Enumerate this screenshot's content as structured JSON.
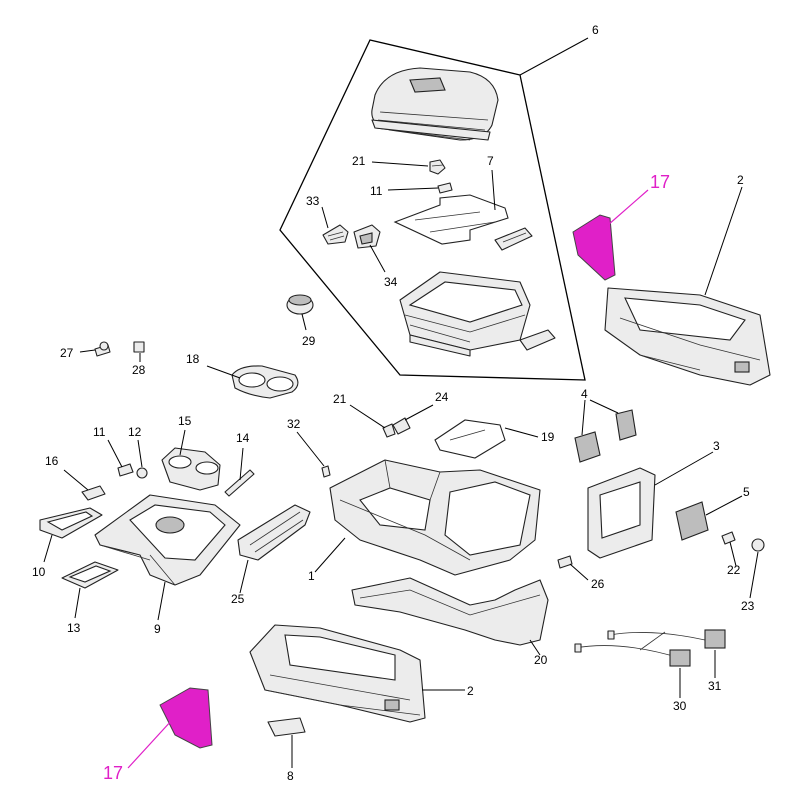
{
  "highlight_color": "#e020c8",
  "callouts": {
    "c1": "1",
    "c2a": "2",
    "c2b": "2",
    "c3": "3",
    "c4": "4",
    "c5": "5",
    "c6": "6",
    "c7": "7",
    "c8": "8",
    "c9": "9",
    "c10": "10",
    "c11a": "11",
    "c11b": "11",
    "c12": "12",
    "c13": "13",
    "c14": "14",
    "c15": "15",
    "c16": "16",
    "c17a": "17",
    "c17b": "17",
    "c18": "18",
    "c19": "19",
    "c20": "20",
    "c21a": "21",
    "c21b": "21",
    "c22": "22",
    "c23": "23",
    "c24": "24",
    "c25": "25",
    "c26": "26",
    "c27": "27",
    "c28": "28",
    "c29": "29",
    "c30": "30",
    "c31": "31",
    "c32": "32",
    "c33": "33",
    "c34": "34"
  }
}
